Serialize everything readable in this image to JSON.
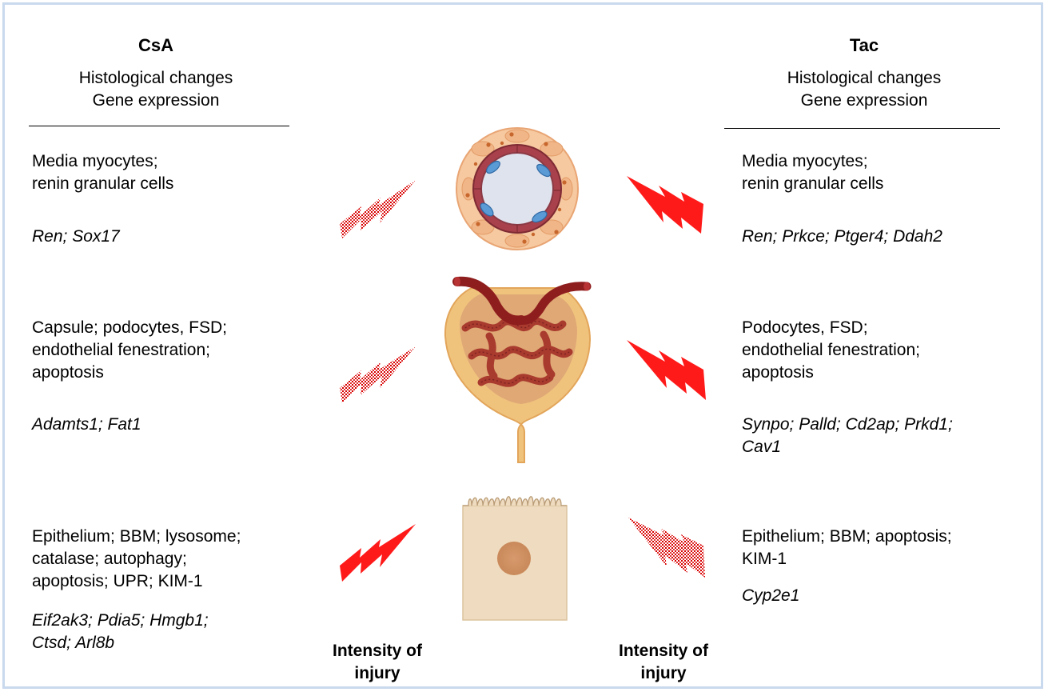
{
  "left": {
    "drug": "CsA",
    "subtitle1": "Histological changes",
    "subtitle2": "Gene expression",
    "rows": [
      {
        "lines": [
          "Media myocytes;",
          "renin granular cells"
        ],
        "genes": [
          "Ren; Sox17"
        ]
      },
      {
        "lines": [
          "Capsule; podocytes, FSD;",
          "endothelial fenestration;",
          "apoptosis"
        ],
        "genes": [
          "Adamts1; Fat1"
        ]
      },
      {
        "lines": [
          "Epithelium; BBM; lysosome;",
          "catalase; autophagy;",
          "apoptosis; UPR; KIM-1"
        ],
        "genes": [
          "Eif2ak3; Pdia5; Hmgb1;",
          "Ctsd; Arl8b"
        ]
      }
    ],
    "intensity": [
      "Intensity of",
      "injury"
    ]
  },
  "right": {
    "drug": "Tac",
    "subtitle1": "Histological changes",
    "subtitle2": "Gene expression",
    "rows": [
      {
        "lines": [
          "Media myocytes;",
          "renin granular cells"
        ],
        "genes": [
          "Ren; Prkce; Ptger4; Ddah2"
        ]
      },
      {
        "lines": [
          "Podocytes, FSD;",
          "endothelial fenestration;",
          "apoptosis"
        ],
        "genes": [
          "Synpo; Palld; Cd2ap; Prkd1;",
          "Cav1"
        ]
      },
      {
        "lines": [
          "Epithelium; BBM; apoptosis;",
          "KIM-1"
        ],
        "genes": [
          "Cyp2e1"
        ]
      }
    ],
    "intensity": [
      "Intensity of",
      "injury"
    ]
  },
  "bolts": {
    "left": [
      "weak",
      "weak",
      "strong"
    ],
    "right": [
      "strong",
      "strong",
      "weak"
    ]
  },
  "colors": {
    "bolt_strong": "#ff1a1a",
    "frame": "#c9d9ee"
  },
  "icons": [
    "arteriole-cross-section-icon",
    "glomerulus-icon",
    "tubular-epithelial-cell-icon"
  ]
}
